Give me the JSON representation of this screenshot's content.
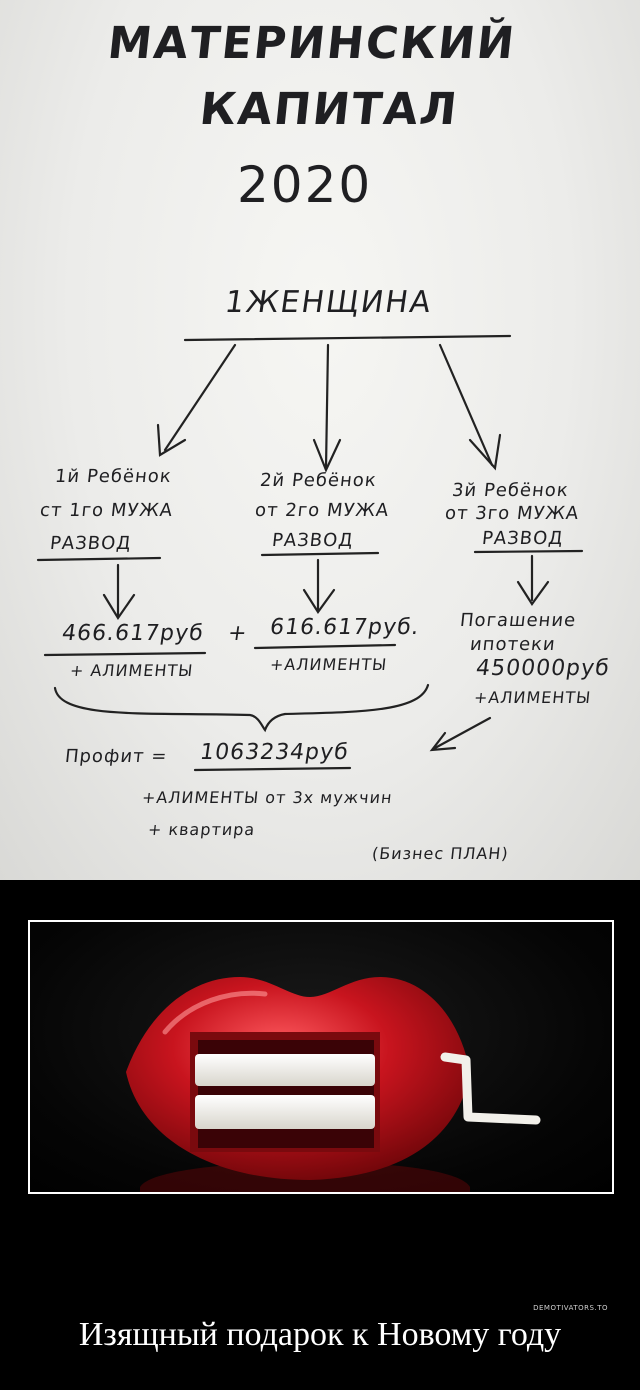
{
  "paper": {
    "title_line1": "МАТЕРИНСКИЙ",
    "title_line2": "КАПИТАЛ",
    "year": "2020",
    "root": "1ЖЕНЩИНА",
    "branches": [
      {
        "line1": "1й Ребёнок",
        "line2": "ст 1го МУЖА",
        "line3": "РАЗВОД",
        "amount": "466.617руб",
        "extra": "+ АЛИМЕНТЫ"
      },
      {
        "line1": "2й Ребёнок",
        "line2": "от 2го МУЖА",
        "line3": "РАЗВОД",
        "amount": "616.617руб.",
        "extra": "+АЛИМЕНТЫ"
      },
      {
        "line1": "3й Ребёнок",
        "line2": "от 3го МУЖА",
        "line3": "РАЗВОД",
        "amount_line1": "Погашение",
        "amount_line2": "ипотеки",
        "amount": "450000руб",
        "extra": "+АЛИМЕНТЫ"
      }
    ],
    "plus": "+",
    "profit_label": "Профит =",
    "profit_value": "1063234руб",
    "profit_extra1": "+АЛИМЕНТЫ от 3х мужчин",
    "profit_extra2": "+ квартира",
    "note": "(Бизнес ПЛАН)"
  },
  "demotivator": {
    "watermark": "DEMOTIVATORS.TO",
    "caption": "Изящный подарок к Новому году",
    "lips_color": "#c8141e",
    "sponge_color": "#f2f0ea"
  }
}
